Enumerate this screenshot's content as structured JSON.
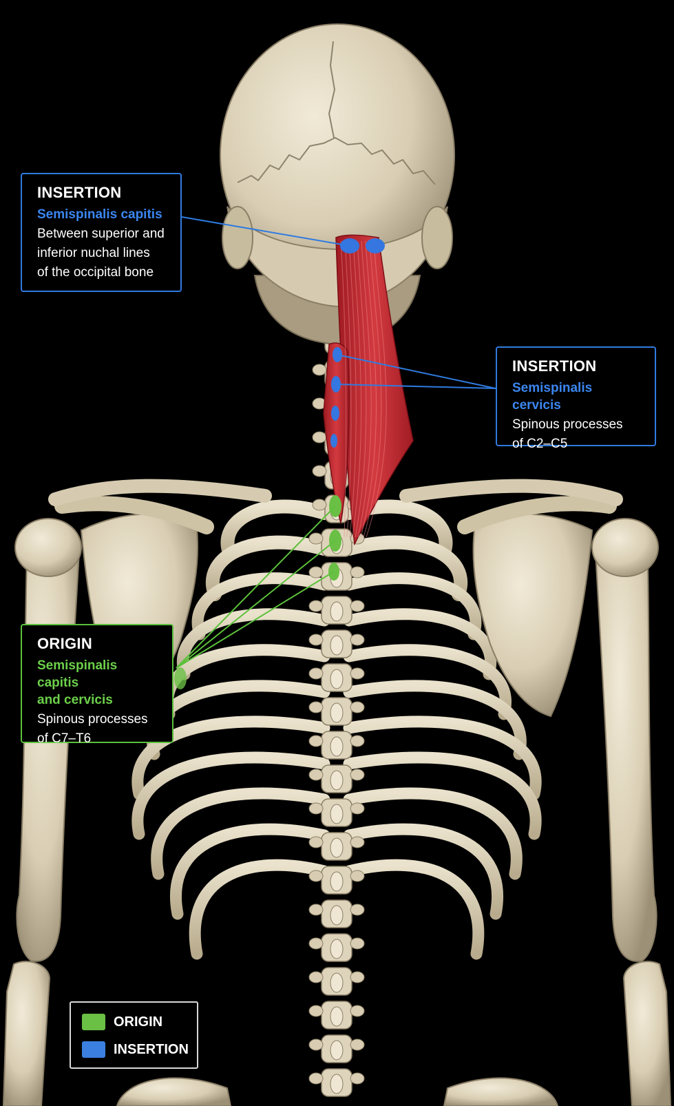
{
  "callouts": {
    "insertion_capitis": {
      "heading": "INSERTION",
      "muscle": "Semispinalis capitis",
      "line1": "Between superior and",
      "line2": "inferior nuchal lines",
      "line3": "of the occipital bone"
    },
    "insertion_cervicis": {
      "heading": "INSERTION",
      "muscle": "Semispinalis cervicis",
      "line1": "Spinous processes",
      "line2": "of C2–C5"
    },
    "origin": {
      "heading": "ORIGIN",
      "muscle_line1": "Semispinalis capitis",
      "muscle_line2": "and cervicis",
      "line1": "Spinous processes",
      "line2": "of C7–T6"
    }
  },
  "legend": {
    "items": [
      {
        "label": "ORIGIN",
        "color": "#6abf45"
      },
      {
        "label": "INSERTION",
        "color": "#3b7fe0"
      }
    ]
  },
  "colors": {
    "insertion_blue": "#2f7be0",
    "origin_green": "#5cc03c",
    "muscle_red": "#c8242c",
    "bone": "#dcd2b9",
    "background": "#000000"
  }
}
